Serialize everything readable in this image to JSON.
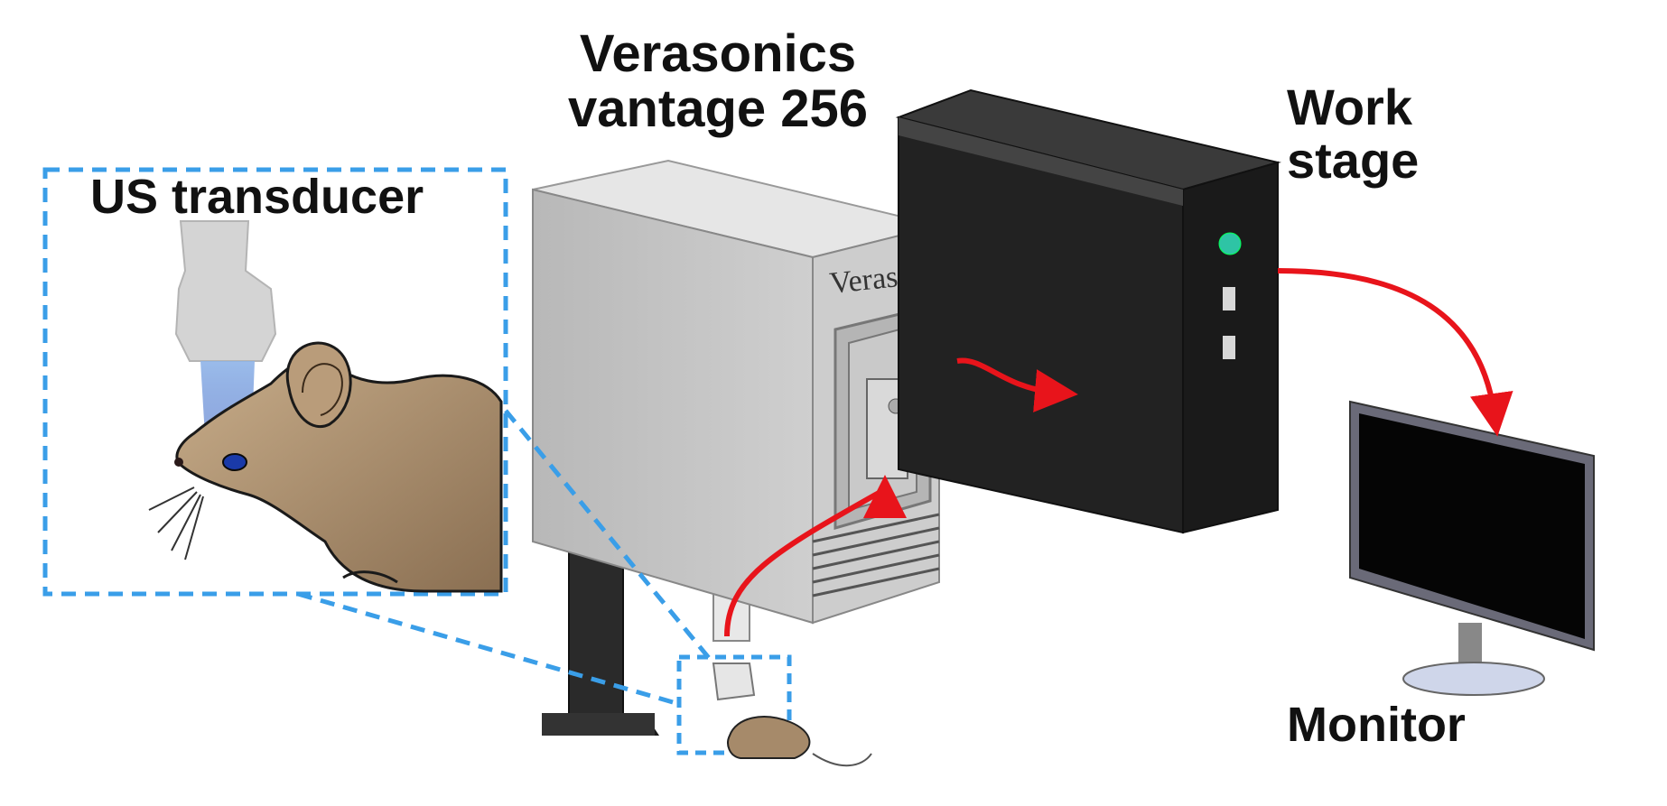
{
  "labels": {
    "verasonics_line1": "Verasonics",
    "verasonics_line2": "vantage 256",
    "work_line1": "Work",
    "work_line2": "stage",
    "us_transducer": "US transducer",
    "monitor": "Monitor",
    "brand_text": "Verasonics"
  },
  "colors": {
    "arrow": "#e8141b",
    "dashed_box": "#3a9ee8",
    "vantage_body": "#c4c4c4",
    "workstation": "#1c1c1c",
    "mouse_fur": "#a68a6a"
  },
  "icons": [
    "mouse-icon",
    "transducer-icon",
    "arrow-icon",
    "monitor-icon",
    "computer-tower-icon"
  ]
}
